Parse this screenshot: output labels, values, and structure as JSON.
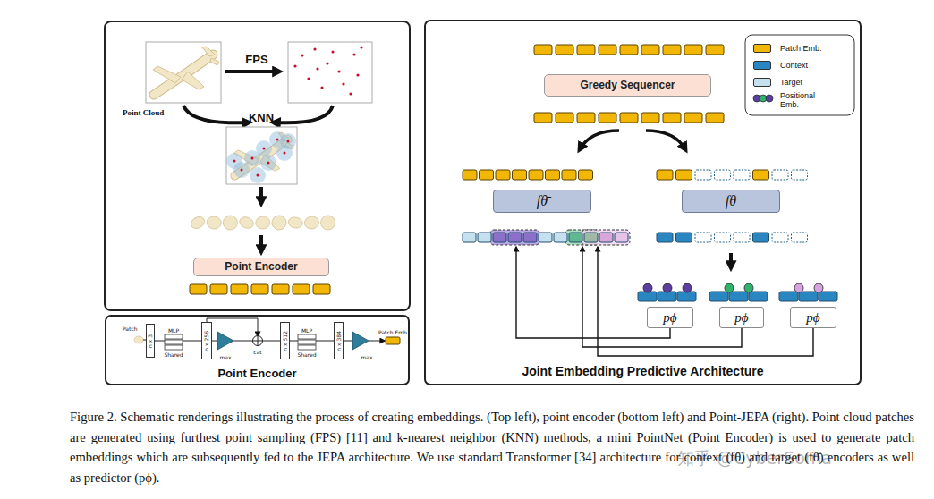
{
  "diagram": {
    "caption": "Figure 2. Schematic renderings illustrating the process of creating embeddings. (Top left), point encoder (bottom left) and Point-JEPA (right). Point cloud patches are generated using furthest point sampling (FPS) [11] and k-nearest neighbor (KNN) methods, a mini PointNet (Point Encoder) is used to generate patch embeddings which are subsequently fed to the JEPA architecture. We use standard Transformer [34] architecture for context (fθ) and target (fθ̄) encoders as well as predictor (pϕ).",
    "nodes": [
      {
        "text": [
          "Point Encoder"
        ]
      },
      {
        "text": [
          "Point Encoder"
        ]
      },
      {
        "text": [
          "n x 3"
        ],
        "in": 1
      },
      {
        "text": [
          "n x 256"
        ],
        "in": 1
      },
      {
        "text": [
          "n x 512"
        ],
        "in": 1
      },
      {
        "text": [
          "n x 384"
        ],
        "in": 1
      },
      {
        "text": [
          "Joint Embedding Predictive Architecture"
        ]
      },
      {
        "text": [
          "Greedy Sequencer"
        ],
        "in": 6
      },
      {
        "text": [
          "fθ̄"
        ],
        "in": 6
      },
      {
        "text": [
          "fθ"
        ],
        "in": 6
      },
      {
        "text": [
          "pϕ"
        ],
        "in": 6
      },
      {
        "text": [
          "pϕ"
        ],
        "in": 6
      },
      {
        "text": [
          "pϕ"
        ],
        "in": 6
      }
    ],
    "edges": [
      {
        "from": 2,
        "to": 3,
        "arrow": "none"
      },
      {
        "from": 3,
        "to": 4,
        "arrow": "none"
      },
      {
        "from": 4,
        "to": 5,
        "arrow": "none"
      }
    ],
    "labels": [
      "Point Cloud",
      "FPS",
      "KNN",
      "Patch",
      "MLP",
      "Shared",
      "max",
      "cat",
      "MLP",
      "Shared",
      "max",
      "Patch Emb",
      "知乎 @CyberSoma"
    ],
    "legend": [
      {
        "text": "Patch Emb.",
        "color": "#f2b705"
      },
      {
        "text": "Context",
        "color": "#2a86c0"
      },
      {
        "text": "Target",
        "color": "#c5e0ee"
      },
      {
        "text": "Positional Emb."
      }
    ]
  }
}
